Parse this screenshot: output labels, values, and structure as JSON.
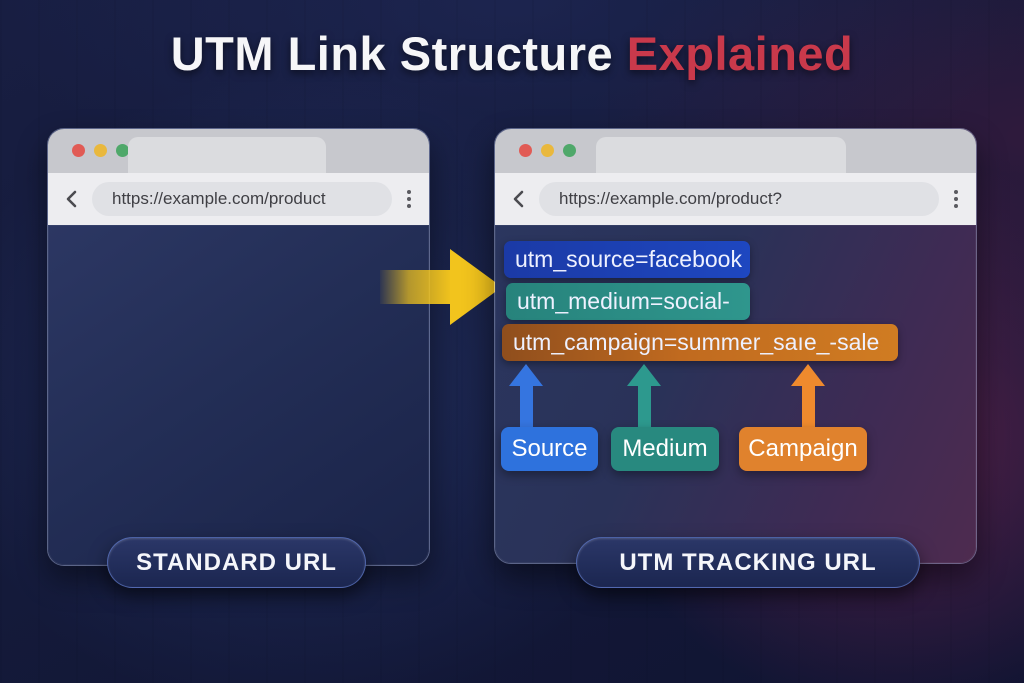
{
  "title": {
    "main": "UTM Link Structure",
    "accent": "Explained"
  },
  "windows": {
    "left": {
      "url": "https://example.com/product",
      "caption": "STANDARD URL"
    },
    "right": {
      "url": "https://example.com/product?",
      "caption": "UTM TRACKING URL"
    }
  },
  "utm_params": [
    {
      "value": "utm_source=facebook",
      "label": "Source",
      "bar_color": "#1e47c0",
      "label_color": "#2e72dd"
    },
    {
      "value": "utm_medium=social-",
      "label": "Medium",
      "bar_color": "#2d948b",
      "label_color": "#28897f"
    },
    {
      "value": "utm_campaign=summer_saıe_-sale",
      "label": "Campaign",
      "bar_color": "#c06a1f",
      "label_color": "#e0822d"
    }
  ],
  "colors": {
    "title_accent": "#c9394b",
    "flow_arrow_gold": "#f2c41d"
  }
}
